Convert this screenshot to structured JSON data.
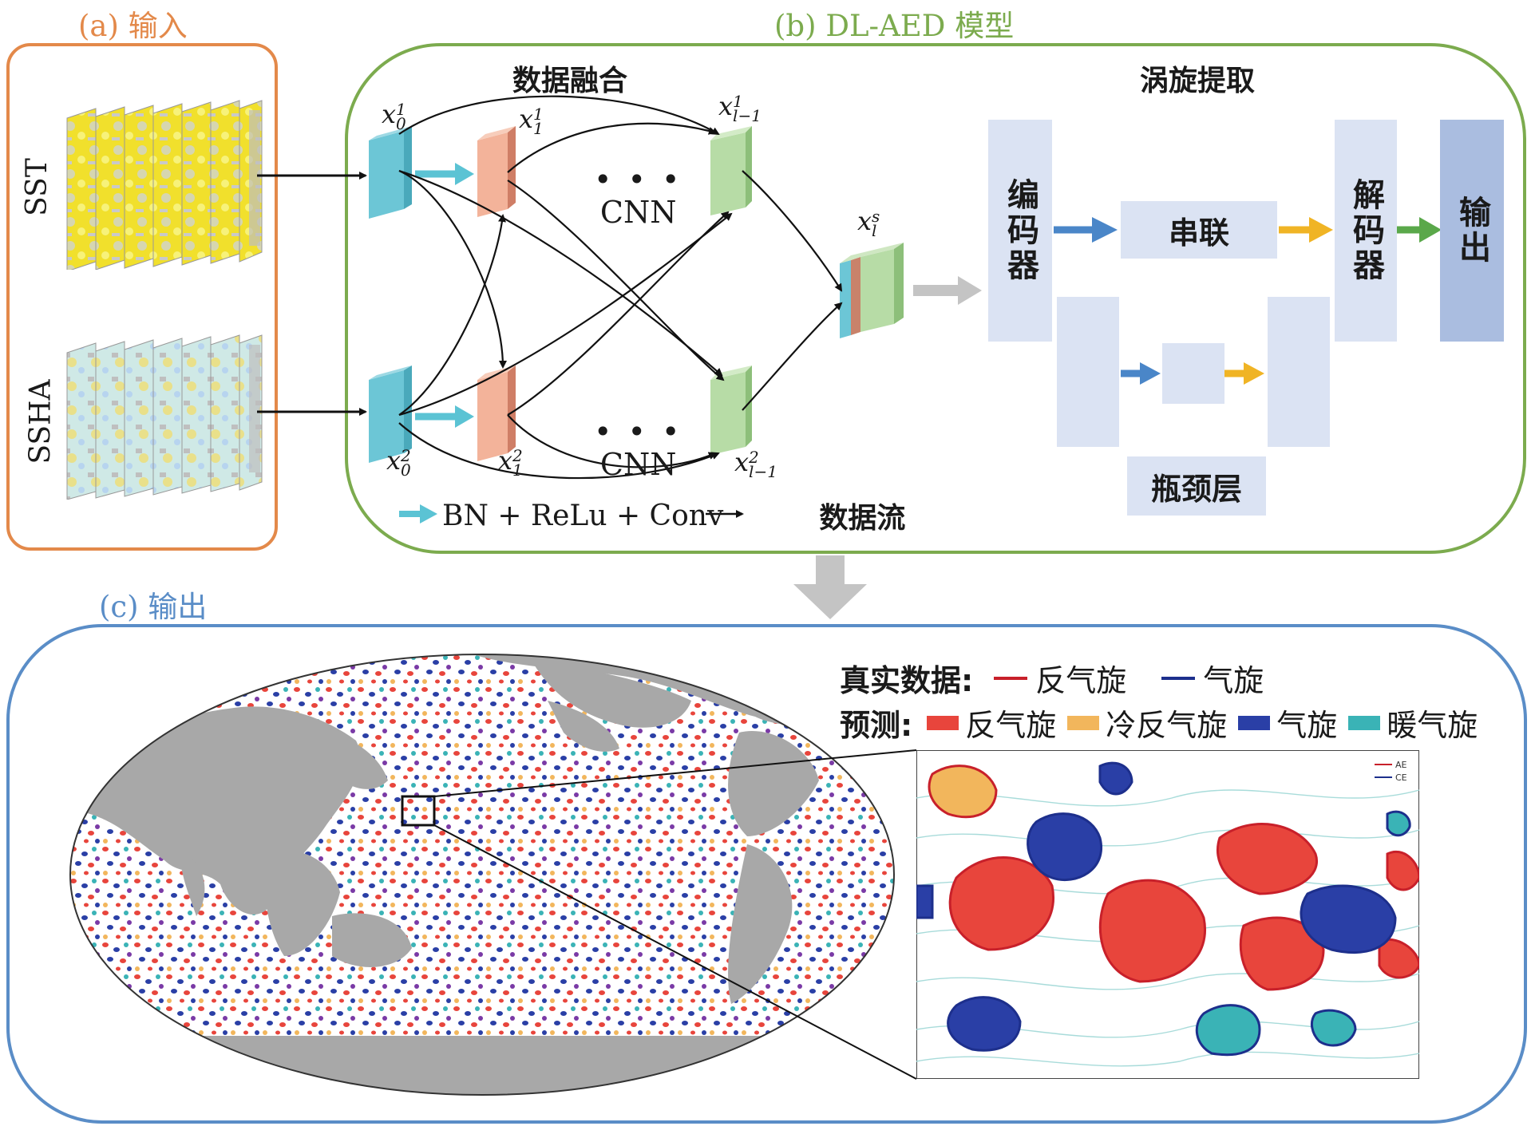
{
  "section_a": {
    "title": "(a) 输入",
    "inputs": [
      "SST",
      "SSHA"
    ]
  },
  "section_b": {
    "title": "(b) DL-AED 模型",
    "fusion_title": "数据融合",
    "extraction_title": "涡旋提取",
    "cnn_label": "CNN",
    "nodes": {
      "x01": {
        "base": "x",
        "sub": "0",
        "sup": "1"
      },
      "x11": {
        "base": "x",
        "sub": "1",
        "sup": "1"
      },
      "xl1": {
        "base": "x",
        "sub": "l−1",
        "sup": "1"
      },
      "x02": {
        "base": "x",
        "sub": "0",
        "sup": "2"
      },
      "x12": {
        "base": "x",
        "sub": "1",
        "sup": "2"
      },
      "xl2": {
        "base": "x",
        "sub": "l−1",
        "sup": "2"
      },
      "xls": {
        "base": "x",
        "sub": "l",
        "sup": "s"
      }
    },
    "encoder": "编码器",
    "concat": "串联",
    "decoder": "解码器",
    "output_box": "输出",
    "bottleneck": "瓶颈层",
    "legend_op": "BN + ReLu + Conv",
    "legend_flow": "数据流"
  },
  "section_c": {
    "title": "(c) 输出",
    "truth_label": "真实数据:",
    "truth_items": [
      {
        "label": "反气旋",
        "color": "#c8202a"
      },
      {
        "label": "气旋",
        "color": "#1d2f8c"
      }
    ],
    "pred_label": "预测:",
    "pred_items": [
      {
        "label": "反气旋",
        "color": "#e8453c"
      },
      {
        "label": "冷反气旋",
        "color": "#f2b65c"
      },
      {
        "label": "气旋",
        "color": "#2a3fa6"
      },
      {
        "label": "暖气旋",
        "color": "#3ab3b6"
      }
    ],
    "inset_legend": [
      "AE",
      "CE"
    ]
  },
  "colors": {
    "panel_a": "#e3894a",
    "panel_b": "#7cab4e",
    "panel_c": "#5a8dc7",
    "box_light": "#dbe3f3",
    "box_output": "#aabde0",
    "arrow_teal": "#5bc3d4",
    "arrow_blue": "#4a86c8",
    "arrow_yellow": "#f0b425",
    "arrow_green": "#5aa84a",
    "arrow_gray": "#c4c4c4",
    "cube_teal": "#6cc6d6",
    "cube_salmon": "#f3b39a",
    "cube_green": "#b7dca6"
  }
}
